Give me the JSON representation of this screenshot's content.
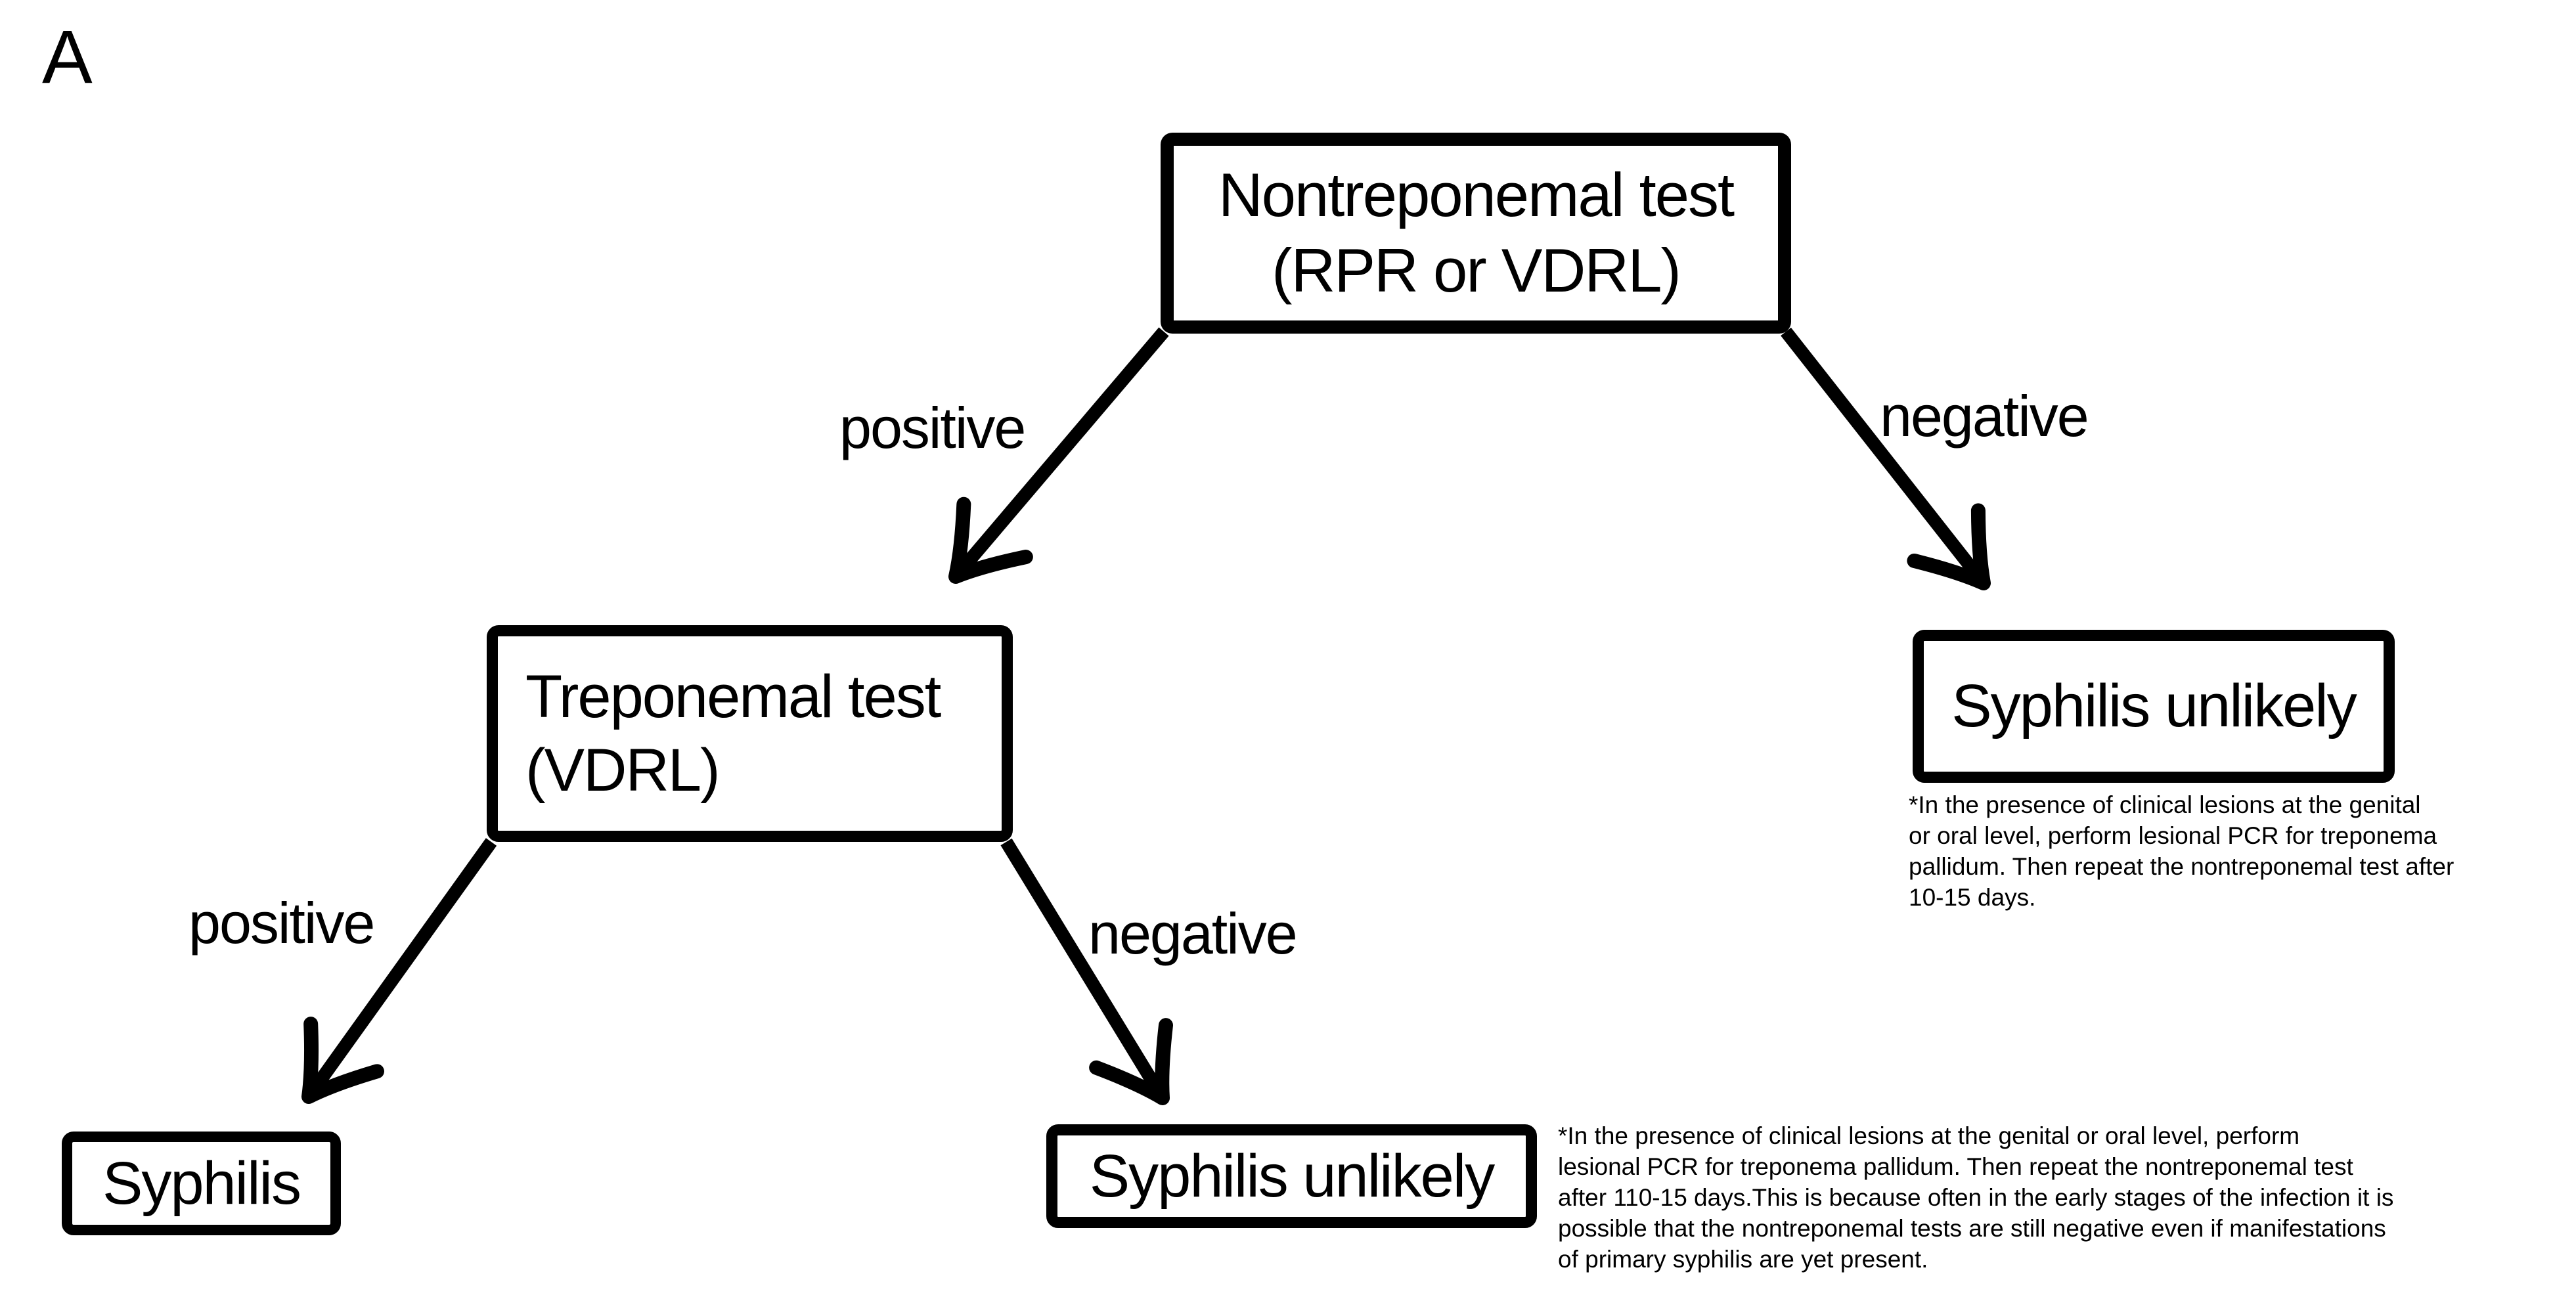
{
  "panel": {
    "label": "A"
  },
  "colors": {
    "ink": "#000000",
    "background": "#ffffff"
  },
  "nodes": {
    "nontreponemal_test": {
      "line1": "Nontreponemal test",
      "line2": "(RPR or VDRL)"
    },
    "treponemal_test": {
      "line1": "Treponemal test",
      "line2": "(VDRL)"
    },
    "syphilis": {
      "label": "Syphilis"
    },
    "syphilis_unlikely_bottom": {
      "label": "Syphilis unlikely"
    },
    "syphilis_unlikely_right": {
      "label": "Syphilis unlikely"
    }
  },
  "edge_labels": {
    "nontreponemal_positive": "positive",
    "nontreponemal_negative": "negative",
    "treponemal_positive": "positive",
    "treponemal_negative": "negative"
  },
  "footnotes": {
    "right": "*In the presence of clinical lesions at the genital\nor oral level, perform lesional PCR for treponema\npallidum. Then repeat the nontreponemal test after\n10-15 days.",
    "bottom": "*In the presence of clinical lesions at the genital or oral level, perform\nlesional PCR for treponema pallidum. Then repeat the nontreponemal test\nafter 110-15 days.This is because often in the early stages of the infection it is\npossible that the nontreponemal tests are still negative even if manifestations\nof primary syphilis are yet present."
  }
}
